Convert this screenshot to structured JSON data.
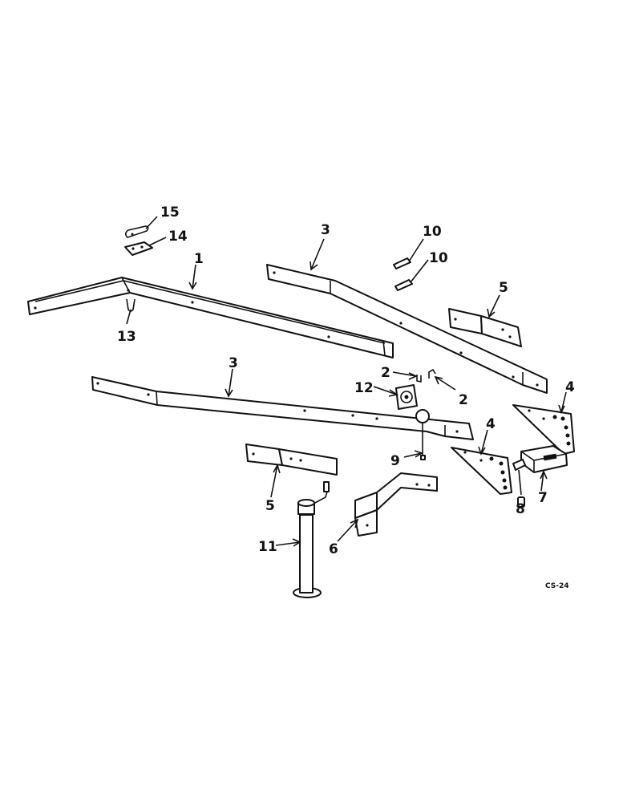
{
  "callouts": {
    "c15": "15",
    "c14": "14",
    "c1": "1",
    "c13": "13",
    "c3_top": "3",
    "c10_a": "10",
    "c10_b": "10",
    "c5_right": "5",
    "c3_mid": "3",
    "c2_a": "2",
    "c2_b": "2",
    "c12": "12",
    "c4_right": "4",
    "c4_left": "4",
    "c9": "9",
    "c7": "7",
    "c8": "8",
    "c5_left": "5",
    "c11": "11",
    "c6": "6"
  },
  "drawing_code": "CS-24",
  "colors": {
    "ink": "#111111",
    "paper": "#ffffff"
  }
}
